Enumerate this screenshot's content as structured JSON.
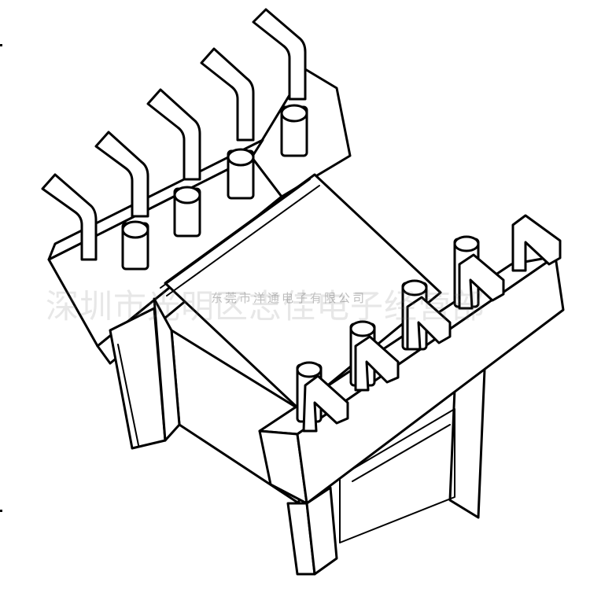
{
  "watermark": {
    "large_text": "深圳市光明区志佳电子经营部",
    "small_text": "东莞市洋通电子有限公司",
    "color": "#9a9a9a"
  },
  "drawing": {
    "subject": "transformer-bobbin",
    "line_color": "#000000",
    "background": "#ffffff",
    "back_row_pin_count": 5,
    "front_row_pin_count": 5
  }
}
